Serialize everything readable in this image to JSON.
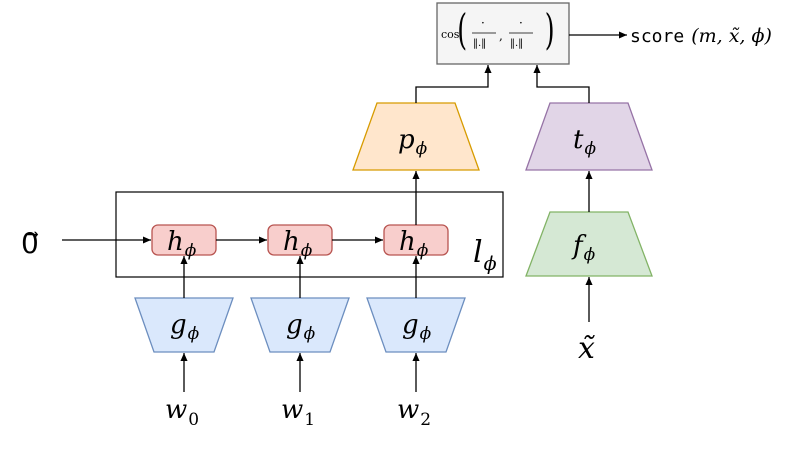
{
  "colors": {
    "g_fill": "#dae8fc",
    "g_stroke": "#6c8ebf",
    "h_fill": "#f8cecc",
    "h_stroke": "#b85450",
    "p_fill": "#ffe6cc",
    "p_stroke": "#d79b00",
    "t_fill": "#e1d5e7",
    "t_stroke": "#9673a6",
    "f_fill": "#d5e8d4",
    "f_stroke": "#82b366",
    "cos_fill": "#f5f5f5",
    "cos_stroke": "#666666"
  },
  "encoders": {
    "g": {
      "base": "g",
      "sub": "ϕ"
    },
    "p": {
      "base": "p",
      "sub": "ϕ"
    },
    "t": {
      "base": "t",
      "sub": "ϕ"
    },
    "f": {
      "base": "f",
      "sub": "ϕ"
    }
  },
  "rnn_cell": {
    "base": "h",
    "sub": "ϕ"
  },
  "rnn_group": {
    "base": "l",
    "sub": "ϕ"
  },
  "inputs": [
    {
      "base": "w",
      "sub": "0"
    },
    {
      "base": "w",
      "sub": "1"
    },
    {
      "base": "w",
      "sub": "2"
    }
  ],
  "initial_state": "0⃗",
  "x_tilde": "x̃",
  "cosine": {
    "func": "cos",
    "dot": "·",
    "norm": "‖.‖",
    "comma": ","
  },
  "score": {
    "name": "score",
    "args": "(m, x̃, ϕ)"
  }
}
